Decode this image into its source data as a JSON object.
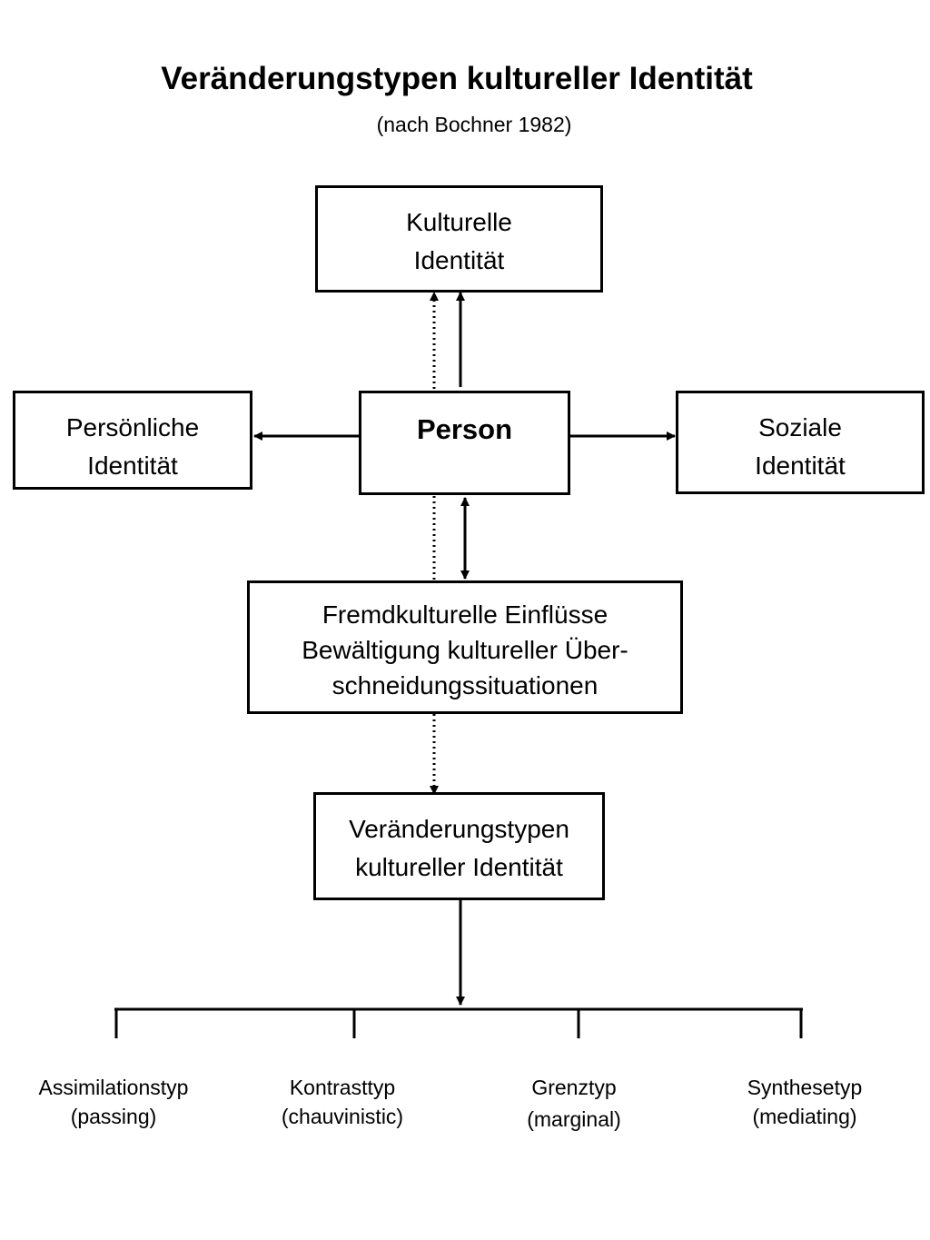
{
  "title": "Veränderungstypen kultureller Identität",
  "subtitle": "(nach Bochner 1982)",
  "nodes": {
    "kulturelle": {
      "lines": [
        "Kulturelle",
        "Identität"
      ]
    },
    "person": {
      "lines": [
        "Person"
      ]
    },
    "persoenliche": {
      "lines": [
        "Persönliche",
        "Identität"
      ]
    },
    "soziale": {
      "lines": [
        "Soziale",
        "Identität"
      ]
    },
    "fremd": {
      "lines": [
        "Fremdkulturelle Einflüsse",
        "Bewältigung kultureller Über-",
        "schneidungssituationen"
      ]
    },
    "veraenderung": {
      "lines": [
        "Veränderungstypen",
        "kultureller Identität"
      ]
    }
  },
  "types": [
    {
      "name": "Assimilationstyp",
      "label": "(passing)"
    },
    {
      "name": "Kontrasttyp",
      "label": "(chauvinistic)"
    },
    {
      "name": "Grenztyp",
      "label": "(marginal)"
    },
    {
      "name": "Synthesetyp",
      "label": "(mediating)"
    }
  ]
}
